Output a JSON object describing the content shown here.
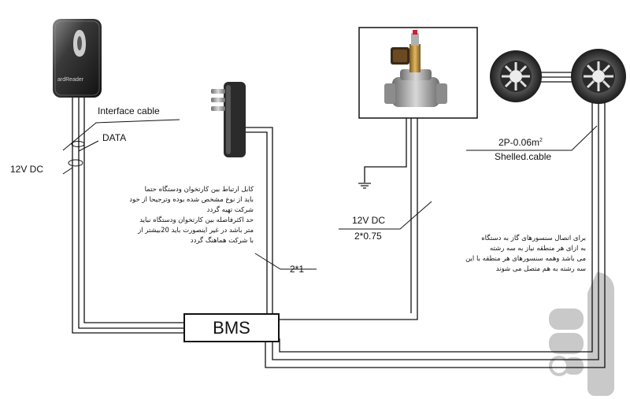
{
  "diagram": {
    "reader_logo": "ardReader",
    "interface_cable_label": "Interface cable",
    "data_label": "DATA",
    "power_label_left": "12V DC",
    "bms_label": "BMS",
    "cable_2x1_label": "2*1",
    "power_label_right": "12V DC",
    "cable_2x075_label": "2*0.75",
    "sensor_cable_size": "2P-0.06m",
    "sensor_cable_superscript": "2",
    "shelled_cable_label": "Shelled.cable",
    "note_reader_cable": "کابل ارتباط بین کارتخوان ودستگاه حتما\nباید از نوع مشخص شده بوده وترجیحا از خود\nشرکت تهیه گردد\nحد اکثرفاصله بین کارتخوان ودستگاه نباید\nمتر باشد در غیر اینصورت باید 20بیشتر از\nبا شرکت هماهنگ گردد",
    "note_gas_sensor": "برای اتصال سنسورهای گاز به دستگاه\nبه ازای هر منطقه نیاز به سه رشته\nمی باشد وهمه سنسورهای هر منطقه با این\nسه رشته به هم متصل می شوند"
  },
  "colors": {
    "wire": "#111111",
    "watermark": "#c8c8c8",
    "device_dark": "#2a2a2a"
  }
}
